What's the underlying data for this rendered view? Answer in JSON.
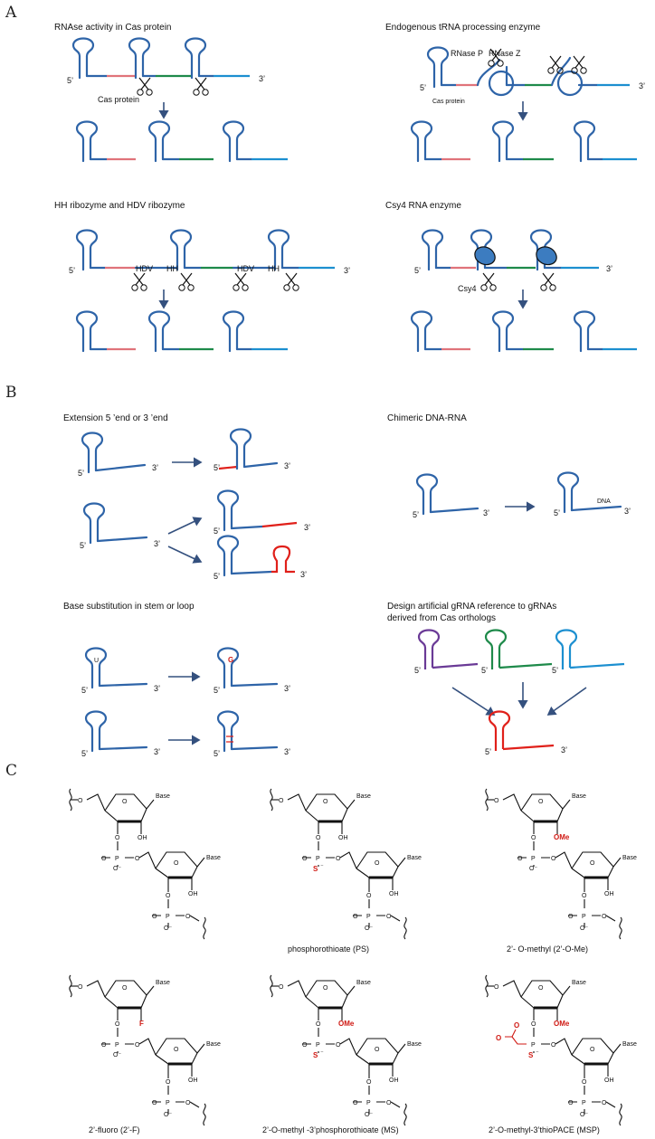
{
  "sections": {
    "a": "A",
    "b": "B",
    "c": "C"
  },
  "panelA": {
    "t1": "RNAse activity in Cas protein",
    "t2": "Endogenous tRNA processing enzyme",
    "t3": "HH ribozyme and HDV ribozyme",
    "t4": "Csy4 RNA enzyme",
    "cas_protein": "Cas protein",
    "rnase_p": "RNase P",
    "rnase_z": "RNase Z",
    "hdv": "HDV",
    "hh": "HH",
    "csy4": "Csy4",
    "five": "5’",
    "three": "3’"
  },
  "panelB": {
    "t1": "Extension 5 ’end or 3 ’end",
    "t2": "Chimeric DNA-RNA",
    "t3": "Base substitution in stem or loop",
    "t4": "Design artificial gRNA reference to gRNAs",
    "t4b": "derived from Cas orthologs",
    "dna": "DNA",
    "u": "U",
    "g": "G"
  },
  "panelC": {
    "base": "Base",
    "oh": "OH",
    "ome": "OMe",
    "f": "F",
    "o": "O",
    "p": "P",
    "s": "S",
    "captions": [
      "phosphorothioate (PS)",
      "2’- O-methyl (2’-O-Me)",
      "2’-fluoro (2’-F)",
      "2’-O-methyl -3’phosphorothioate (MS)",
      "2’-O-methyl-3’thioPACE (MSP)"
    ]
  },
  "colors": {
    "rna": "#2e64a8",
    "pink": "#e0737a",
    "green": "#1e8a4a",
    "cyan": "#1c8fd0",
    "red": "#e0201a",
    "purple": "#6a3a96"
  }
}
